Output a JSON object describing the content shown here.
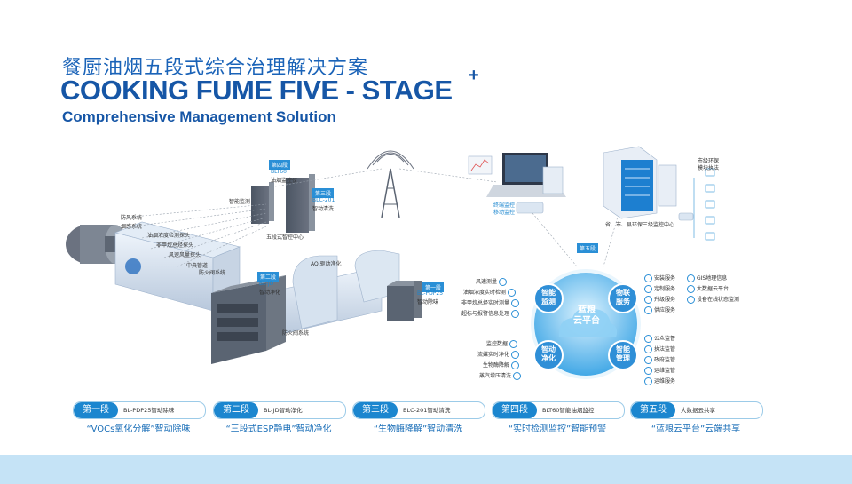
{
  "title": {
    "cn": "餐厨油烟五段式综合治理解决方案",
    "en": "COOKING FUME FIVE - STAGE",
    "plus": "+",
    "sub": "Comprehensive Management Solution"
  },
  "equipment_labels": {
    "stage4_tag": "第四段",
    "stage4_device": "BLT60",
    "stage4_device_name": "油烟监控仪",
    "monitor_box": "智能监测",
    "stage3_tag": "第三段",
    "stage3_device": "BLC-201",
    "stage3_device_name": "智动清洗",
    "cleaner_box": "五段式智控中心",
    "stage2_tag": "第二段",
    "stage2_device": "BL-JD",
    "stage2_device_name": "智动净化",
    "stage1_tag": "第一段",
    "stage1_device": "BL-PDP25",
    "stage1_device_name": "智动除味",
    "aqi": "AQI驱动净化",
    "fire_valve": "防火阀系统",
    "left_labels": [
      "防风系统",
      "烟感系统",
      "油烟浓度检测探头",
      "非甲烷总烃探头",
      "风速风量探头",
      "中央管道",
      "防火阀系统"
    ]
  },
  "remote": {
    "mobile": "终端监控",
    "mobile2": "移动监控",
    "center": "省、市、县环保三级监控中心",
    "gov1": "市级环保",
    "gov2": "模块执法",
    "stage5_tag": "第五段"
  },
  "cloud": {
    "center": "蓝粮\n云平台",
    "top_left": "智能\n监测",
    "top_right": "物联\n服务",
    "bottom_left": "智动\n净化",
    "bottom_right": "智能\n管理",
    "left_top_items": [
      "风速测量",
      "油烟浓度实时检测",
      "非甲烷总烃实时测量",
      "超标与报警信息处理"
    ],
    "left_bottom_items": [
      "监控数据",
      "流媒实时净化",
      "生物酶降解",
      "蒸汽增压清洗"
    ],
    "right_top_items_a": [
      "安装服务",
      "定制服务",
      "升级服务",
      "供应服务"
    ],
    "right_top_items_b": [
      "GIS地理信息",
      "大数据云平台",
      "设备在线状态监测"
    ],
    "right_bottom_items": [
      "公众监督",
      "执法监管",
      "政府监管",
      "运维监管",
      "运维服务"
    ]
  },
  "stages": [
    {
      "pill": "第一段",
      "name": "BL-PDP25智动除味",
      "desc": "“VOCs氧化分解”智动除味"
    },
    {
      "pill": "第二段",
      "name": "BL-JD智动净化",
      "desc": "“三段式ESP静电”智动净化"
    },
    {
      "pill": "第三段",
      "name": "BLC-201智动清洗",
      "desc": "“生物酶降解”智动清洗"
    },
    {
      "pill": "第四段",
      "name": "BLT60智能油烟监控",
      "desc": "“实时检测监控”智能预警"
    },
    {
      "pill": "第五段",
      "name": "大数据云共享",
      "desc": "“蓝粮云平台”云端共享"
    }
  ],
  "colors": {
    "primary": "#1656a6",
    "accent": "#1b86cf",
    "light": "#c5e3f6"
  }
}
